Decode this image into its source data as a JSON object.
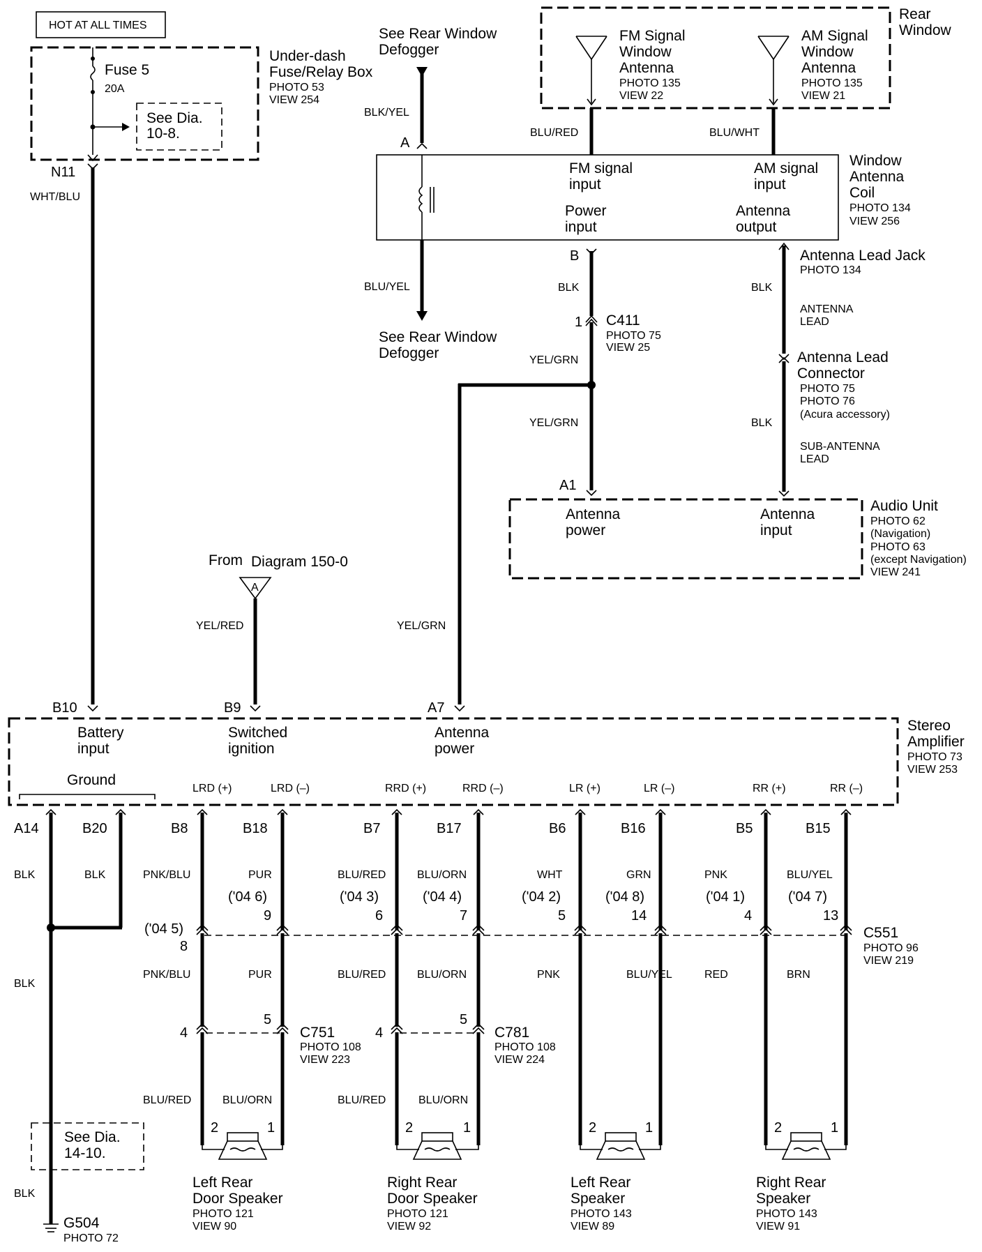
{
  "hot_label": "HOT AT ALL TIMES",
  "fuse": {
    "name": "Fuse 5",
    "rating": "20A",
    "see": [
      "See Dia.",
      "10-8."
    ]
  },
  "fuse_box": {
    "lines": [
      "Under-dash",
      "Fuse/Relay Box"
    ],
    "photo": "PHOTO 53",
    "view": "VIEW 254"
  },
  "pins": {
    "n11": "N11",
    "a_coil": "A",
    "b_coil": "B",
    "c411_pin": "1",
    "a1": "A1",
    "b10": "B10",
    "b9": "B9",
    "a7": "A7",
    "a14": "A14",
    "b20": "B20",
    "b8": "B8",
    "b18": "B18",
    "b7": "B7",
    "b17": "B17",
    "b6": "B6",
    "b16": "B16",
    "b5": "B5",
    "b15": "B15"
  },
  "wires": {
    "wht_blu": "WHT/BLU",
    "blk_yel": "BLK/YEL",
    "blu_yel": "BLU/YEL",
    "blu_red": "BLU/RED",
    "blu_wht": "BLU/WHT",
    "blk": "BLK",
    "yel_grn": "YEL/GRN",
    "yel_red": "YEL/RED",
    "pnk_blu": "PNK/BLU",
    "pur": "PUR",
    "blu_orn": "BLU/ORN",
    "wht": "WHT",
    "grn": "GRN",
    "pnk": "PNK",
    "red": "RED",
    "brn": "BRN"
  },
  "defogger": {
    "top": [
      "See Rear Window",
      "Defogger"
    ],
    "bottom": [
      "See Rear Window",
      "Defogger"
    ]
  },
  "rear_window": {
    "lines": [
      "Rear",
      "Window"
    ]
  },
  "fm_antenna": {
    "lines": [
      "FM Signal",
      "Window",
      "Antenna"
    ],
    "photo": "PHOTO 135",
    "view": "VIEW 22"
  },
  "am_antenna": {
    "lines": [
      "AM Signal",
      "Window",
      "Antenna"
    ],
    "photo": "PHOTO 135",
    "view": "VIEW 21"
  },
  "coil": {
    "lines": [
      "Window",
      "Antenna",
      "Coil"
    ],
    "photo": "PHOTO 134",
    "view": "VIEW 256",
    "fm_input": [
      "FM signal",
      "input"
    ],
    "am_input": [
      "AM signal",
      "input"
    ],
    "power_input": [
      "Power",
      "input"
    ],
    "antenna_output": [
      "Antenna",
      "output"
    ]
  },
  "jack": {
    "name": "Antenna Lead Jack",
    "photo": "PHOTO 134",
    "lead": [
      "ANTENNA",
      "LEAD"
    ]
  },
  "c411": {
    "name": "C411",
    "photo": "PHOTO 75",
    "view": "VIEW 25"
  },
  "lead_connector": {
    "lines": [
      "Antenna Lead",
      "Connector"
    ],
    "photo1": "PHOTO 75",
    "photo2": "PHOTO 76",
    "note": "(Acura accessory)",
    "sub": [
      "SUB-ANTENNA",
      "LEAD"
    ]
  },
  "audio_unit": {
    "name": "Audio Unit",
    "photo1": "PHOTO 62",
    "note1": "(Navigation)",
    "photo2": "PHOTO 63",
    "note2": "(except Navigation)",
    "view": "VIEW 241",
    "antenna_power": [
      "Antenna",
      "power"
    ],
    "antenna_input": [
      "Antenna",
      "input"
    ]
  },
  "from_diagram": {
    "from": "From",
    "diagram": "Diagram 150-0",
    "flag": "A"
  },
  "amplifier": {
    "lines": [
      "Stereo",
      "Amplifier"
    ],
    "photo": "PHOTO 73",
    "view": "VIEW 253",
    "battery": [
      "Battery",
      "input"
    ],
    "ignition": [
      "Switched",
      "ignition"
    ],
    "antenna": [
      "Antenna",
      "power"
    ],
    "ground": "Ground",
    "terms": [
      "LRD (+)",
      "LRD (–)",
      "RRD (+)",
      "RRD (–)",
      "LR (+)",
      "LR (–)",
      "RR (+)",
      "RR (–)"
    ]
  },
  "c551": {
    "name": "C551",
    "photo": "PHOTO 96",
    "view": "VIEW 219",
    "years": [
      "('04 5)",
      "('04 6)",
      "('04 3)",
      "('04 4)",
      "('04 2)",
      "('04 8)",
      "('04 1)",
      "('04 7)"
    ],
    "pins": [
      "8",
      "9",
      "6",
      "7",
      "5",
      "14",
      "4",
      "13"
    ]
  },
  "c751": {
    "name": "C751",
    "photo": "PHOTO 108",
    "view": "VIEW 223",
    "pin_a": "4",
    "pin_b": "5"
  },
  "c781": {
    "name": "C781",
    "photo": "PHOTO 108",
    "view": "VIEW 224",
    "pin_a": "4",
    "pin_b": "5"
  },
  "speaker_pins": {
    "neg": "2",
    "pos": "1"
  },
  "speakers": [
    {
      "lines": [
        "Left Rear",
        "Door Speaker"
      ],
      "photo": "PHOTO 121",
      "view": "VIEW 90"
    },
    {
      "lines": [
        "Right Rear",
        "Door Speaker"
      ],
      "photo": "PHOTO 121",
      "view": "VIEW 92"
    },
    {
      "lines": [
        "Left Rear",
        "Speaker"
      ],
      "photo": "PHOTO 143",
      "view": "VIEW 89"
    },
    {
      "lines": [
        "Right Rear",
        "Speaker"
      ],
      "photo": "PHOTO 143",
      "view": "VIEW 91"
    }
  ],
  "ground_see": [
    "See Dia.",
    "14-10."
  ],
  "g504": {
    "name": "G504",
    "photo": "PHOTO 72"
  }
}
